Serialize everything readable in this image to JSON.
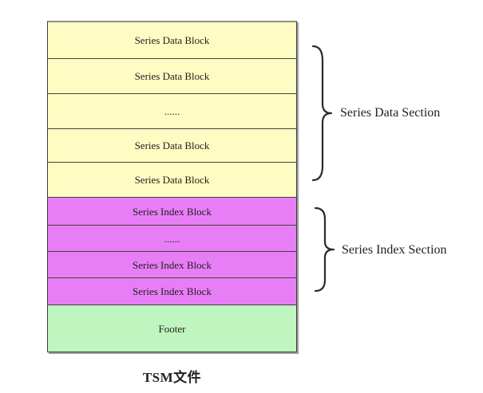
{
  "diagram": {
    "title": "TSM文件",
    "blocks": [
      {
        "label": "Series Data Block"
      },
      {
        "label": "Series Data Block"
      },
      {
        "label": "......"
      },
      {
        "label": "Series Data Block"
      },
      {
        "label": "Series Data Block"
      },
      {
        "label": "Series Index Block"
      },
      {
        "label": "......"
      },
      {
        "label": "Series Index Block"
      },
      {
        "label": "Series Index Block"
      },
      {
        "label": "Footer"
      }
    ],
    "sections": {
      "data": {
        "label": "Series Data Section"
      },
      "index": {
        "label": "Series Index Section"
      }
    },
    "colors": {
      "data_block_fill": "#FFFCC3",
      "index_block_fill": "#E87EF5",
      "footer_fill": "#BFF5BF",
      "line": "#3F3F3F",
      "shadow": "#9E9E9E",
      "ink": "#1F1F1F"
    }
  }
}
